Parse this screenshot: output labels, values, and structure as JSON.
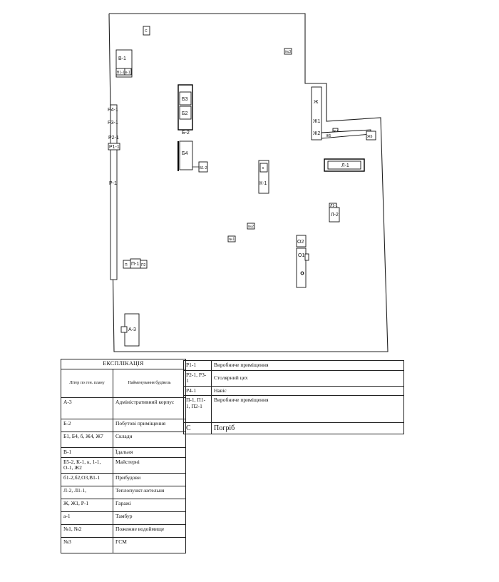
{
  "plan": {
    "labels": {
      "c_small": "С",
      "v1": "В-1",
      "sub_v1a": "В1-1",
      "sub_v1b": "к-1",
      "n3": "№3",
      "b3": "Б3",
      "b2": "Б2",
      "b2_2": "Б-2",
      "b4": "Б4",
      "b1_2": "Б1-2",
      "r4_1": "Р4-1",
      "r3_1": "Р3-1",
      "r2_1": "Р2-1",
      "r1_1": "Р1-1",
      "r_1": "Р-1",
      "k_small": "к",
      "k1": "К-1",
      "zh": "Ж",
      "zh1": "Ж1",
      "zh2": "Ж2",
      "zh4": "Ж4",
      "zh5": "Ж5",
      "zh6": "Ж6",
      "l1": "Л-1",
      "l1_1": "Л1-1",
      "l2": "Л-2",
      "n2": "№2",
      "n1": "№1",
      "o2": "О2",
      "o1": "О1",
      "o": "О",
      "p1": "П",
      "p1_1": "П-1",
      "p2_1": "П2",
      "a3": "А-3"
    }
  },
  "explication": {
    "title": "ЕКСПЛІКАЦІЯ",
    "col1_header": "Літер по ген. плану",
    "col2_header": "Найменування будівель",
    "rows_left": [
      {
        "code": "А-3",
        "name": "Адміністративний корпус"
      },
      {
        "code": "Б-2",
        "name": "Побутові приміщення"
      },
      {
        "code": "Б1, Б4, б, Ж4, Ж7",
        "name": "Склади"
      },
      {
        "code": "В-1",
        "name": "Їдальня"
      },
      {
        "code": "Б5-2, К-1, к, 1-1, О-1, Ж2",
        "name": "Майстерні"
      },
      {
        "code": "б1-2,б2,О3,В1-1",
        "name": "Прибудови"
      },
      {
        "code": "Л-2, Л1-1,",
        "name": "Теплопункт-котельня"
      },
      {
        "code": "Ж, Ж1, Р-1",
        "name": "Гаражі"
      },
      {
        "code": "а-1",
        "name": "Тамбур"
      },
      {
        "code": "№1, №2",
        "name": "Пожежне водоймище"
      },
      {
        "code": "№3",
        "name": "ГСМ"
      }
    ],
    "rows_right": [
      {
        "code": "Р1-1",
        "name": "Виробниче приміщення"
      },
      {
        "code": "Р2-1, Р3-1",
        "name": "Столярний цех"
      },
      {
        "code": "Р4-1",
        "name": "Навіс"
      },
      {
        "code": "П-1, П1-1, П2-1",
        "name": "Виробниче приміщення"
      },
      {
        "code": "С",
        "name": "Погріб"
      }
    ]
  }
}
